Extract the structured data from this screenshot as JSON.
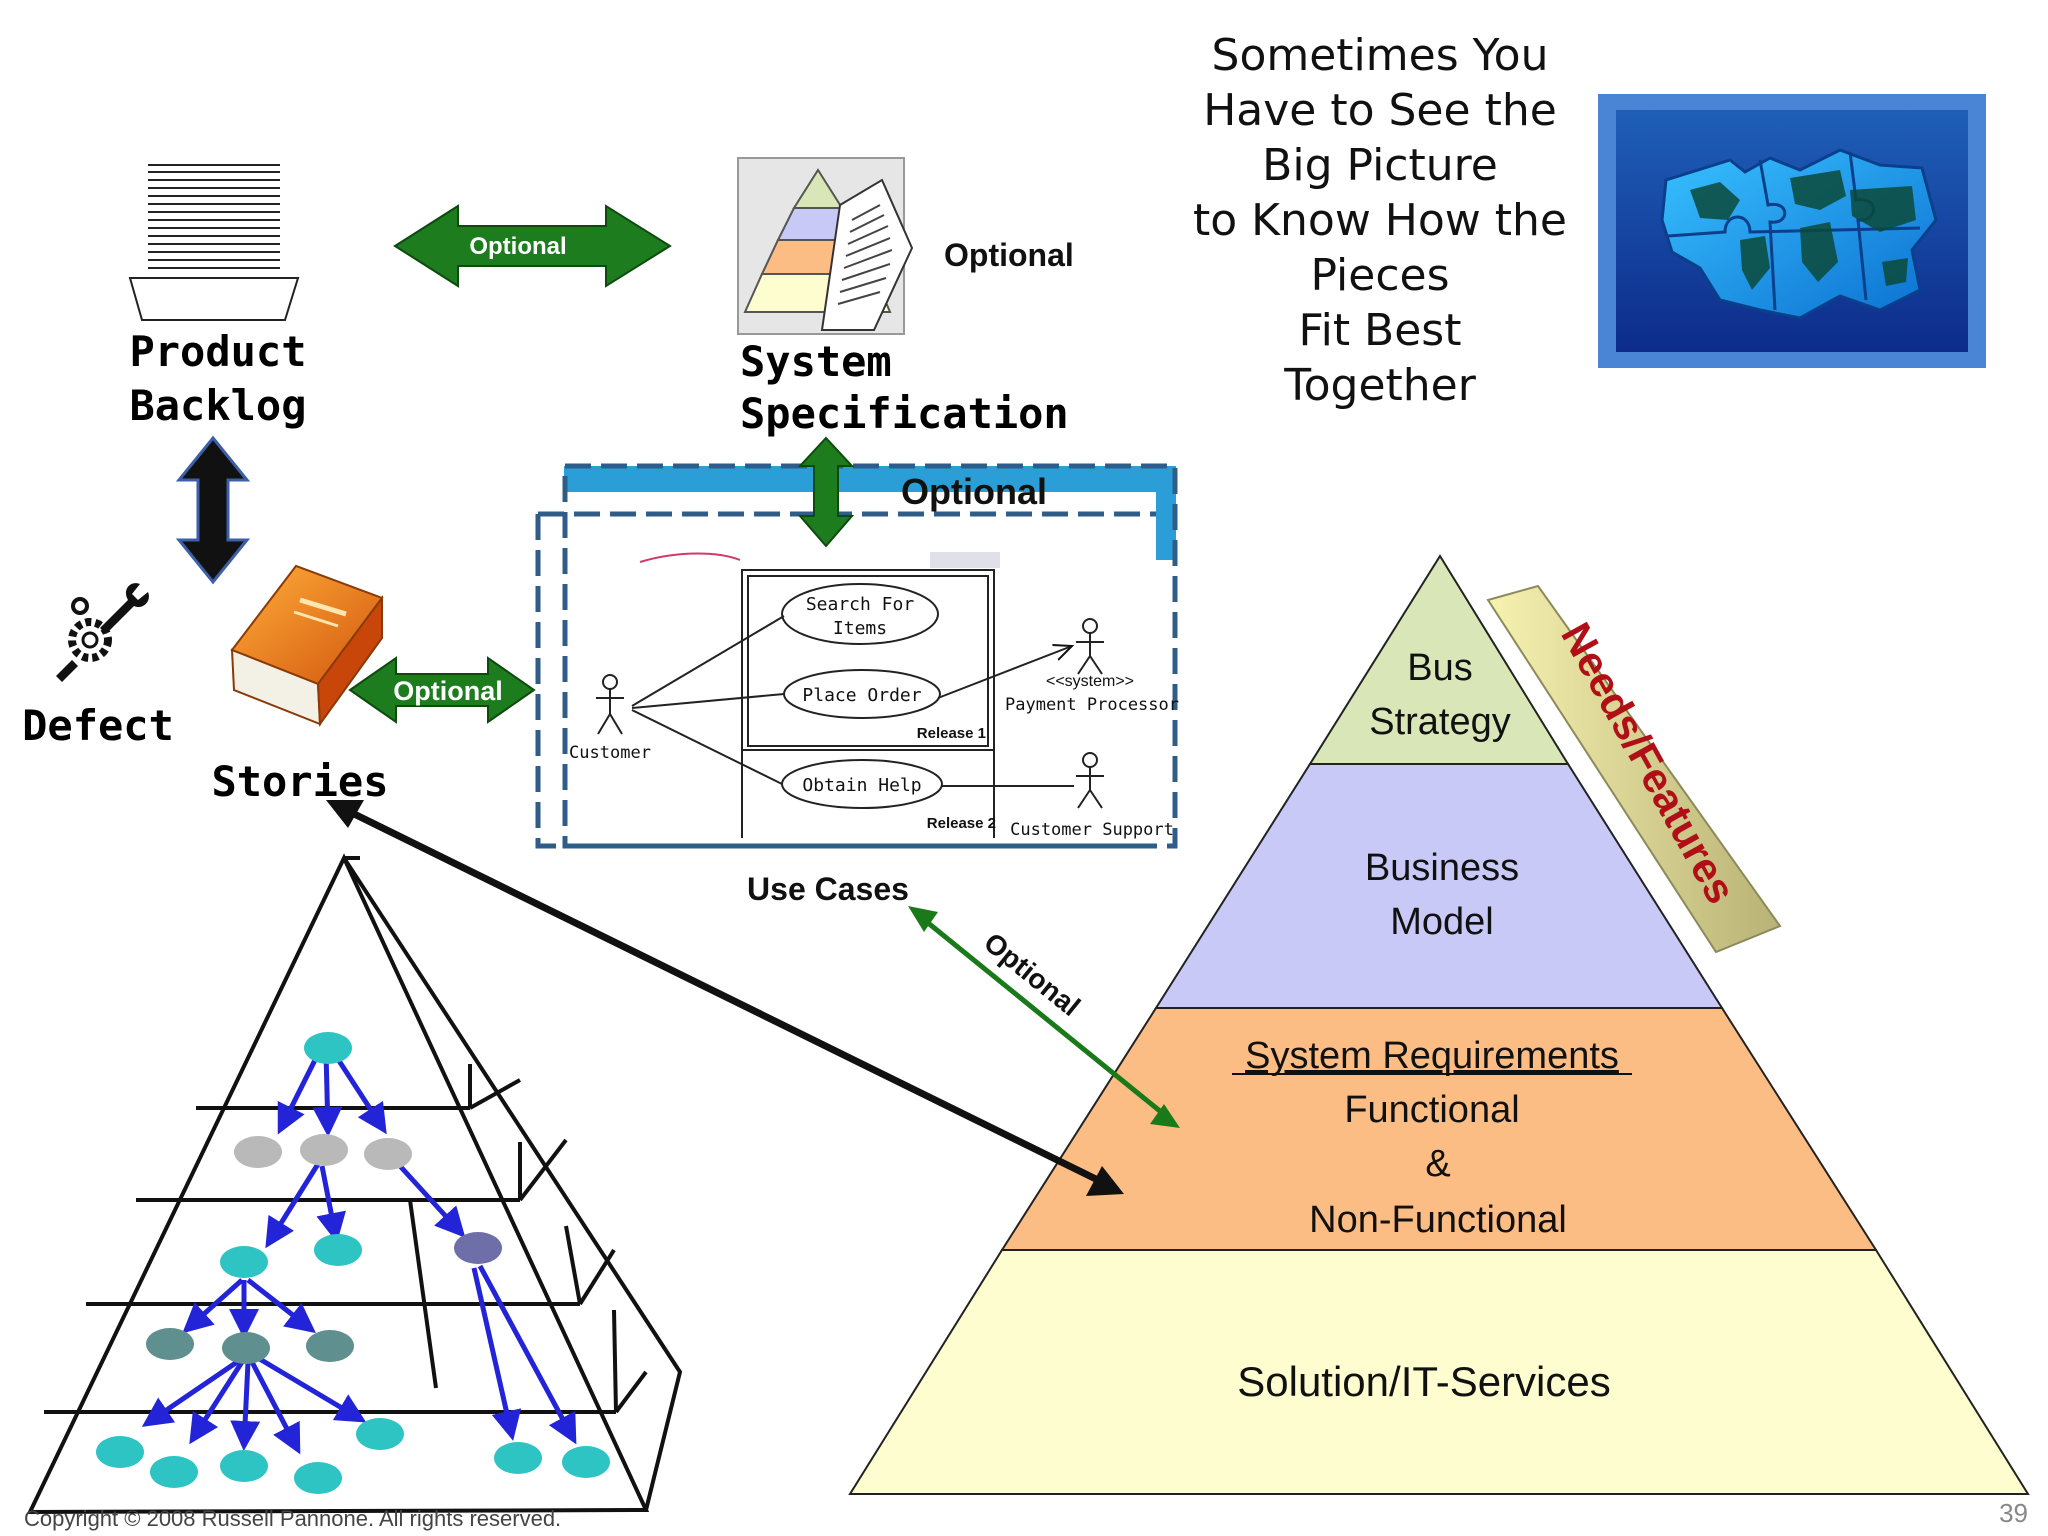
{
  "headline": {
    "lines": [
      "Sometimes You",
      "Have to See the",
      "Big Picture",
      "to Know How the",
      "Pieces",
      "Fit Best",
      "Together"
    ]
  },
  "artifacts": {
    "product_backlog": [
      "Product",
      "Backlog"
    ],
    "system_spec": [
      "System",
      "Specification"
    ],
    "defect": "Defect",
    "stories": "Stories",
    "use_cases": "Use Cases"
  },
  "optional_labels": {
    "backlog_spec": "Optional",
    "spec_side": "Optional",
    "spec_usecase": "Optional",
    "stories_usecase": "Optional",
    "usecase_pyramid": "Optional"
  },
  "use_case_diagram": {
    "search": [
      "Search For",
      "Items"
    ],
    "place_order": "Place Order",
    "obtain_help": "Obtain Help",
    "release1": "Release 1",
    "release2": "Release 2",
    "customer": "Customer",
    "system_stereotype": "<<system>>",
    "payment": "Payment Processor",
    "support": "Customer Support"
  },
  "pyramid": {
    "tier1": [
      "Bus",
      "Strategy"
    ],
    "tier2": [
      "Business",
      "Model"
    ],
    "tier3_title": "System Requirements",
    "tier3": [
      "Functional",
      "&",
      "Non-Functional"
    ],
    "tier4": "Solution/IT-Services",
    "side_label": "Needs/Features",
    "colors": {
      "tier1": "#d9e7b8",
      "tier2": "#c9c9f7",
      "tier3": "#fbbd84",
      "tier4": "#fdfdd0"
    }
  },
  "footer": {
    "copyright": "Copyright © 2008 Russell Pannone. All rights reserved.",
    "page_number": "39"
  },
  "colors": {
    "optional_arrow": "#1a7a1a",
    "blue_band": "#2b9ed8",
    "puzzle_frame": "#4a84d4",
    "node_teal": "#2ec4c4",
    "node_arrow": "#2323d8"
  }
}
